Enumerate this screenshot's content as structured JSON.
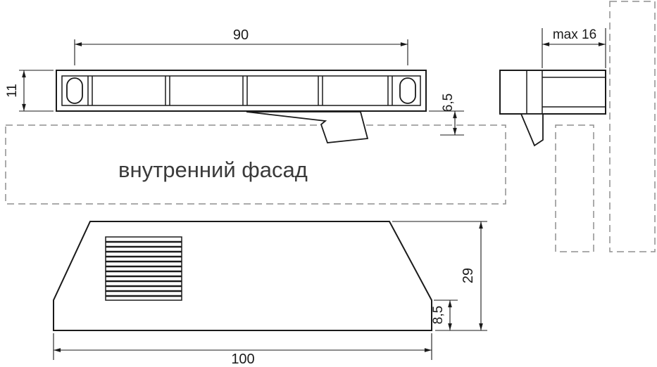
{
  "drawing": {
    "labels": {
      "facade": "внутренний фасад"
    },
    "dimensions": {
      "slot_span": "90",
      "bar_height": "11",
      "offset": "6,5",
      "max_depth": "max 16",
      "body_height": "29",
      "base_height": "8,5",
      "overall_width": "100"
    },
    "colors": {
      "line": "#1a1a1a",
      "dashed": "#8f8f8f",
      "facade_text": "#3a3a3a",
      "background": "#ffffff"
    }
  }
}
